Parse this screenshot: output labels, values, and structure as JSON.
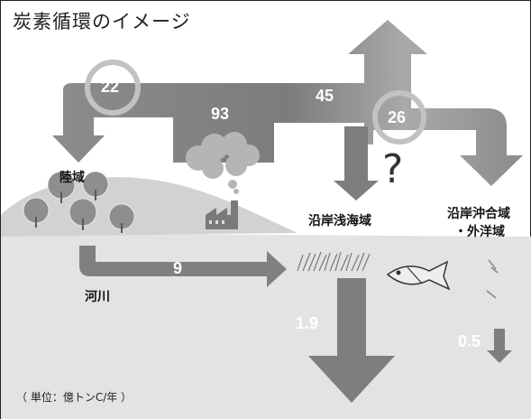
{
  "title": "炭素循環のイメージ",
  "values": {
    "v22": "22",
    "v93": "93",
    "v45": "45",
    "v26": "26",
    "v9": "9",
    "v19": "1.9",
    "v05": "0.5"
  },
  "labels": {
    "land": "陸域",
    "river": "河川",
    "coastal": "沿岸浅海域",
    "offshore_line1": "沿岸沖合域",
    "offshore_line2": "・外洋域",
    "question": "?"
  },
  "unit": "（ 単位：億トンC/年 ）",
  "colors": {
    "arrow": "#8a8a8a",
    "arrow_dark": "#6e6e6e",
    "ground": "#d9d9d9",
    "sea": "#e4e4e4",
    "ring": "#bdbdbd",
    "tree": "#8c8c8c"
  }
}
